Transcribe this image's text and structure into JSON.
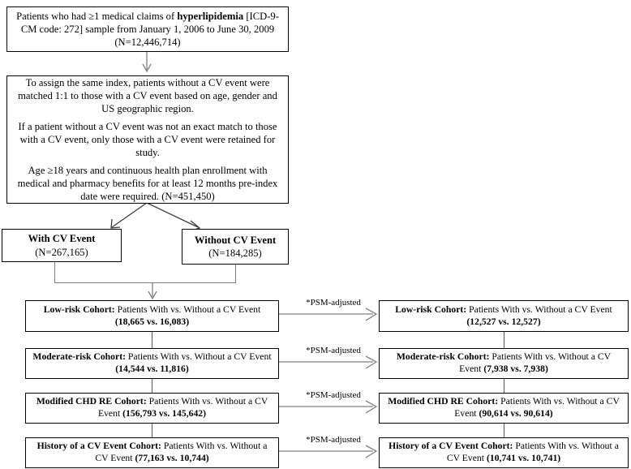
{
  "diagram": {
    "title": "Patient selection flow chart",
    "colors": {
      "box_border": "#000000",
      "connector": "#808080",
      "background": "#ffffff"
    },
    "boxes": {
      "source_population": {
        "line1_prefix": "Patients who had ≥1 medical claims of  ",
        "line1_bold": "hyperlipidemia",
        "line1_suffix": " [ICD-9-CM code: 272] sample from January 1, 2006 to June 30, 2009",
        "line2": "(N=12,446,714)"
      },
      "matching_criteria": {
        "para1": "To assign the same index, patients without a CV event were matched 1:1 to those with a CV event based on age, gender and US geographic region.",
        "para2": "If a patient without a CV event was not an exact match to those with a CV event, only those with a CV event were retained for study.",
        "para3": "Age ≥18 years and continuous health plan enrollment with medical and pharmacy benefits for at least 12 months pre-index date were required. (N=451,450)"
      },
      "with_cv_event": {
        "label": "With CV Event",
        "count": "(N=267,165)"
      },
      "without_cv_event": {
        "label": "Without CV Event",
        "count": "(N=184,285)"
      }
    },
    "psm_label": "*PSM-adjusted",
    "cohorts": [
      {
        "name": "low-risk",
        "unadjusted": {
          "bold_label": "Low-risk Cohort:",
          "text": " Patients With vs. Without a CV Event ",
          "bold_counts": "(18,665 vs. 16,083)"
        },
        "adjusted": {
          "bold_label": "Low-risk Cohort:",
          "text": " Patients With vs. Without a CV Event ",
          "bold_counts": "(12,527 vs. 12,527)"
        }
      },
      {
        "name": "moderate-risk",
        "unadjusted": {
          "bold_label": "Moderate-risk Cohort:",
          "text": " Patients With vs. Without a CV Event ",
          "bold_counts": "(14,544 vs. 11,816)"
        },
        "adjusted": {
          "bold_label": "Moderate-risk Cohort:",
          "text": " Patients With vs. Without a CV Event ",
          "bold_counts": "(7,938 vs. 7,938)"
        }
      },
      {
        "name": "modified-chd-re",
        "unadjusted": {
          "bold_label": "Modified CHD RE Cohort:",
          "text": " Patients With vs. Without a CV Event ",
          "bold_counts": "(156,793 vs. 145,642)"
        },
        "adjusted": {
          "bold_label": "Modified CHD RE Cohort:",
          "text": " Patients With vs. Without a CV Event ",
          "bold_counts": "(90,614 vs. 90,614)"
        }
      },
      {
        "name": "history-of-cv-event",
        "unadjusted": {
          "bold_label": "History of a CV Event Cohort:",
          "text": " Patients With vs. Without a CV Event ",
          "bold_counts": "(77,163 vs. 10,744)"
        },
        "adjusted": {
          "bold_label": "History of a CV Event Cohort:",
          "text": " Patients With vs. Without a CV Event ",
          "bold_counts": "(10,741 vs. 10,741)"
        }
      }
    ]
  }
}
